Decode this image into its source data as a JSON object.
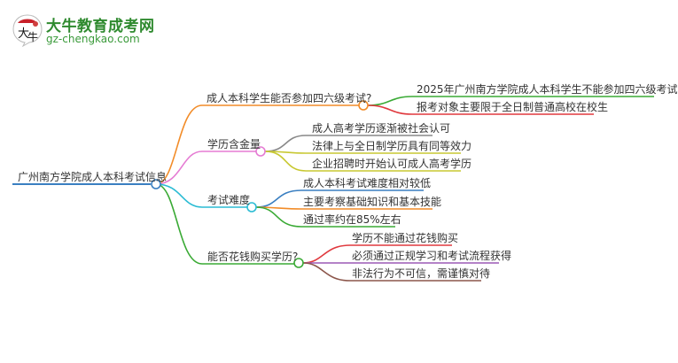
{
  "logo": {
    "badge_text": "大牛",
    "title": "大牛教育成考网",
    "url": "gz-chengkao.com"
  },
  "mindmap": {
    "root": {
      "label": "广州南方学院成人本科考试信息",
      "color": "#3a7fc1"
    },
    "branches": [
      {
        "label": "成人本科学生能否参加四六级考试?",
        "color": "#f28c28",
        "children": [
          {
            "label": "2025年广州南方学院成人本科学生不能参加四六级考试",
            "color": "#3aaa35"
          },
          {
            "label": "报考对象主要限于全日制普通高校在校生",
            "color": "#e0393e"
          }
        ]
      },
      {
        "label": "学历含金量",
        "color": "#e57bd3",
        "children": [
          {
            "label": "成人高考学历逐渐被社会认可",
            "color": "#888888"
          },
          {
            "label": "法律上与全日制学历具有同等效力",
            "color": "#c8c832"
          },
          {
            "label": "企业招聘时开始认可成人高考学历",
            "color": "#c8c832"
          }
        ]
      },
      {
        "label": "考试难度",
        "color": "#2bbcd4",
        "children": [
          {
            "label": "成人本科考试难度相对较低",
            "color": "#3a7fc1"
          },
          {
            "label": "主要考察基础知识和基本技能",
            "color": "#f28c28"
          },
          {
            "label": "通过率约在85%左右",
            "color": "#3aaa35"
          }
        ]
      },
      {
        "label": "能否花钱购买学历?",
        "color": "#3aaa35",
        "children": [
          {
            "label": "学历不能通过花钱购买",
            "color": "#e0393e"
          },
          {
            "label": "必须通过正规学习和考试流程获得",
            "color": "#9b59b6"
          },
          {
            "label": "非法行为不可信，需谨慎对待",
            "color": "#8c564b"
          }
        ]
      }
    ]
  }
}
